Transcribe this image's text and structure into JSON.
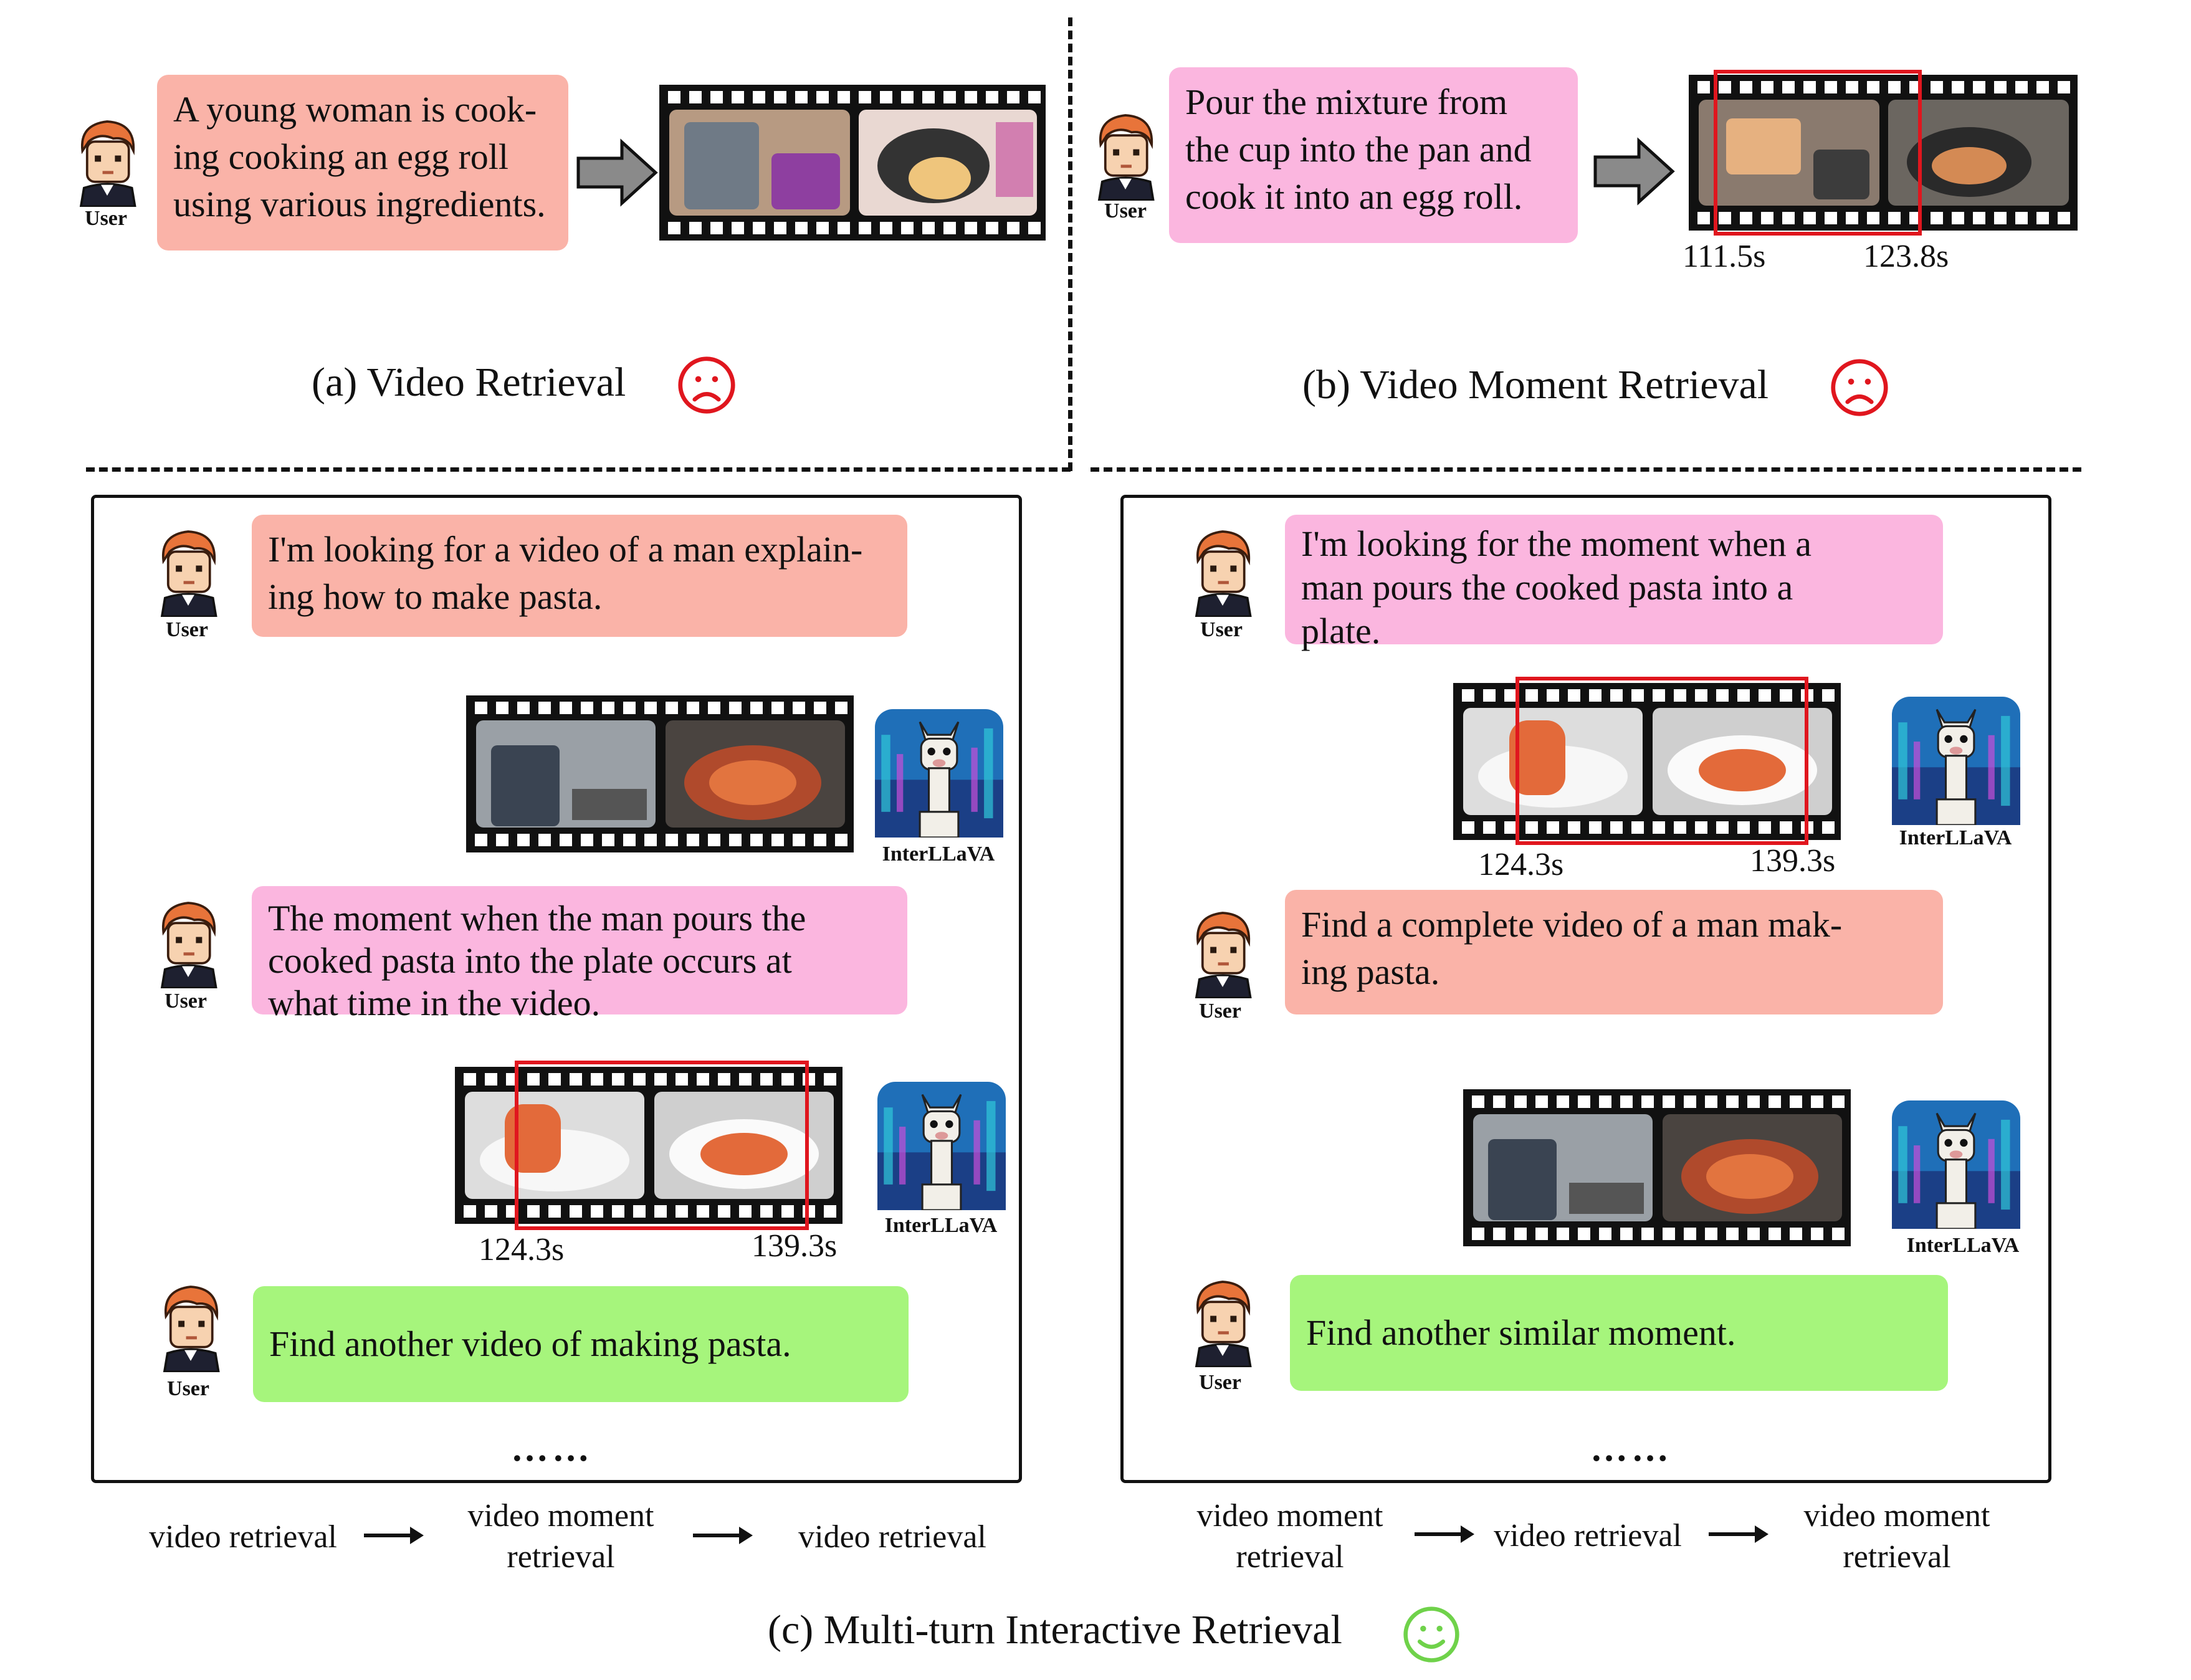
{
  "colors": {
    "query_pink": "#ffb8bf",
    "query_magenta": "#fbb6df",
    "query_salmon": "#fab3a8",
    "query_green": "#a6f57c",
    "highlight_red": "#e0161e",
    "sad_face": "#e0161e",
    "smile_face": "#6fd24a"
  },
  "panel_a": {
    "query": "A young woman is cooking cooking an egg roll using various ingredients.",
    "query_line1": "A young woman is cook-",
    "query_line2": "ing cooking an egg roll",
    "query_line3": "using various ingredients.",
    "user_label": "User",
    "caption": "(a)  Video Retrieval"
  },
  "panel_b": {
    "query_line1": "Pour  the  mixture  from",
    "query_line2": "the cup into the pan and",
    "query_line3": "cook it into an egg roll.",
    "user_label": "User",
    "ts_start": "111.5s",
    "ts_end": "123.8s",
    "caption": "(b)  Video Moment Retrieval"
  },
  "panel_c_left": {
    "q1_line1": "I'm looking for a video of a man explain-",
    "q1_line2": "ing how to make pasta.",
    "q2_line1": "The  moment  when  the  man  pours  the",
    "q2_line2": "cooked  pasta  into  the  plate  occurs  at",
    "q2_line3": "what time in the video.",
    "q3": "Find another video of making pasta.",
    "ts_start": "124.3s",
    "ts_end": "139.3s",
    "user_label": "User",
    "bot_label": "InterLLaVA",
    "ellipsis": "……",
    "flow_1": "video retrieval",
    "flow_2_line1": "video moment",
    "flow_2_line2": "retrieval",
    "flow_3": "video retrieval"
  },
  "panel_c_right": {
    "q1_line1": "I'm  looking  for  the  moment  when  a",
    "q1_line2": "man  pours  the  cooked  pasta  into  a",
    "q1_line3": "plate.",
    "q2_line1": "Find a complete video of a man mak-",
    "q2_line2": "ing pasta.",
    "q3": "Find another similar moment.",
    "ts_start": "124.3s",
    "ts_end": "139.3s",
    "user_label": "User",
    "bot_label": "InterLLaVA",
    "ellipsis": "……",
    "flow_1_line1": "video moment",
    "flow_1_line2": "retrieval",
    "flow_2": "video retrieval",
    "flow_3_line1": "video moment",
    "flow_3_line2": "retrieval"
  },
  "caption_c": "(c) Multi-turn Interactive Retrieval"
}
